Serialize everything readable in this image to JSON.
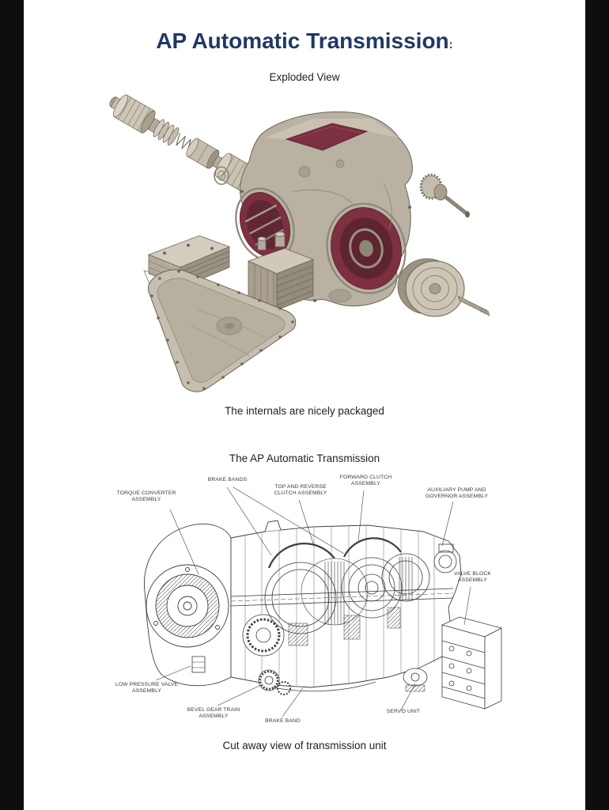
{
  "document": {
    "title": "AP Automatic Transmission",
    "title_suffix": ":",
    "exploded_heading": "Exploded View",
    "exploded_caption": "The internals are nicely packaged",
    "cutaway_heading": "The AP Automatic Transmission",
    "cutaway_caption": "Cut away view of transmission unit"
  },
  "cutaway_labels": {
    "torque_converter": "TORQUE CONVERTER\nASSEMBLY",
    "brake_bands": "BRAKE BANDS",
    "top_reverse_clutch": "TOP AND REVERSE\nCLUTCH ASSEMBLY",
    "forward_clutch": "FORWARD CLUTCH\nASSEMBLY",
    "auxiliary_pump": "AUXILIARY PUMP AND\nGOVERNOR ASSEMBLY",
    "valve_block": "VALVE BLOCK\nASSEMBLY",
    "low_pressure_valve": "LOW PRESSURE VALVE\nASSEMBLY",
    "bevel_gear_train": "BEVEL GEAR TRAIN\nASSEMBLY",
    "brake_band": "BRAKE BAND",
    "servo_unit": "SERVO UNIT"
  },
  "colors": {
    "title_text": "#1f3864",
    "body_text": "#1f1f1f",
    "housing_accent": "#7c3040",
    "metal": "#b9b1a2",
    "line_art": "#3d3d3d",
    "viewer_background": "#161616"
  }
}
